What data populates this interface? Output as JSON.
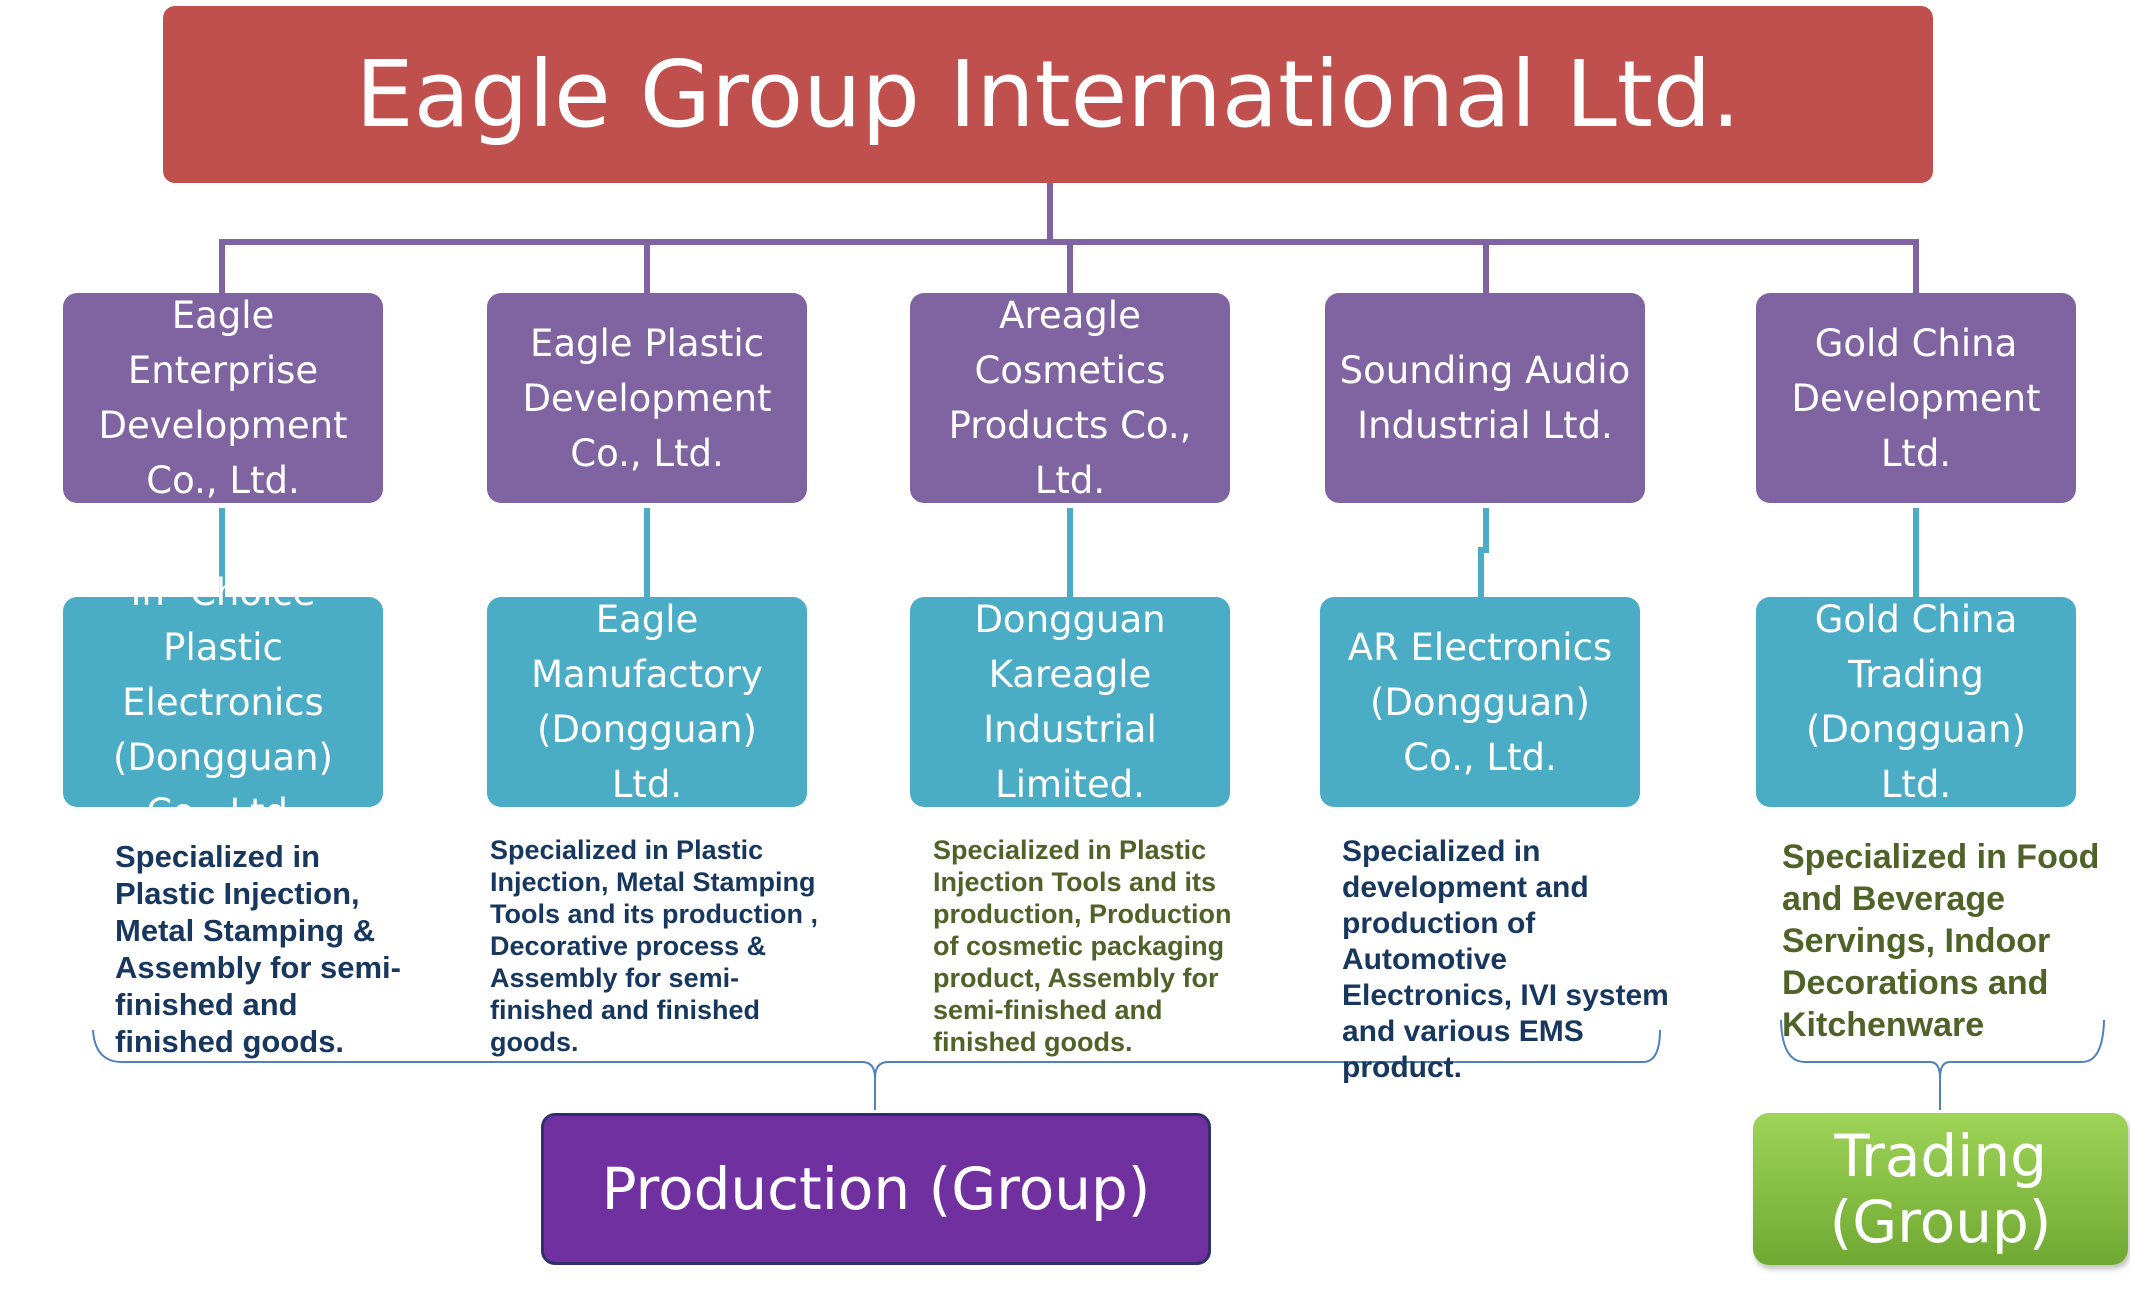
{
  "title": "Eagle Group International Ltd.",
  "companies": [
    {
      "parent": "Eagle Enterprise Development Co., Ltd.",
      "subsidiary": "In- Choice Plastic Electronics (Dongguan) Co., Ltd.",
      "description": "Specialized in Plastic Injection, Metal Stamping & Assembly for semi-finished and finished goods."
    },
    {
      "parent": "Eagle Plastic Development Co., Ltd.",
      "subsidiary": "Eagle Manufactory (Dongguan) Ltd.",
      "description": "Specialized in Plastic Injection, Metal Stamping Tools and its production , Decorative process & Assembly for semi-finished and finished goods."
    },
    {
      "parent": "Areagle Cosmetics Products Co., Ltd.",
      "subsidiary": "Dongguan Kareagle Industrial Limited.",
      "description": "Specialized in Plastic Injection Tools and its production, Production of cosmetic packaging product, Assembly for semi-finished and finished goods."
    },
    {
      "parent": "Sounding Audio Industrial Ltd.",
      "subsidiary": "AR Electronics (Dongguan) Co., Ltd.",
      "description": "Specialized in development and production of Automotive Electronics, IVI system and various EMS product."
    },
    {
      "parent": "Gold China Development Ltd.",
      "subsidiary": "Gold China Trading (Dongguan) Ltd.",
      "description": "Specialized in Food and Beverage Servings, Indoor Decorations and Kitchenware"
    }
  ],
  "groups": {
    "production": "Production (Group)",
    "trading": "Trading (Group)"
  },
  "colors": {
    "title": "#c0504d",
    "parent": "#8064a2",
    "subsidiary": "#4bacc6",
    "production": "#7030a0",
    "trading": "#8dc63f",
    "description_blue": "#17375e",
    "description_green": "#4f6228",
    "connector_top": "#8064a2",
    "connector_sub": "#4bacc6",
    "bracket": "#4f81bd"
  }
}
